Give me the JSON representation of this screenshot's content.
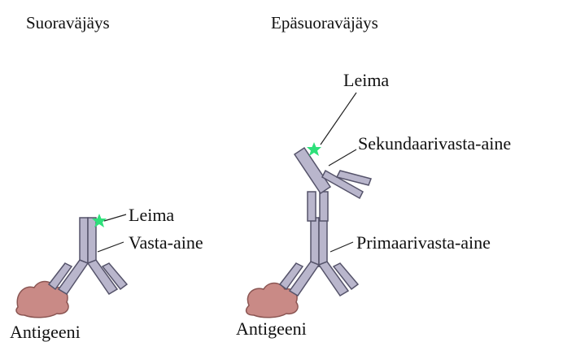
{
  "direct": {
    "title": "Suoraväjäys",
    "label_leima": "Leima",
    "label_antibody": "Vasta-aine",
    "label_antigen": "Antigeeni"
  },
  "indirect": {
    "title": "Epäsuoraväjäys",
    "label_leima": "Leima",
    "label_secondary": "Sekundaarivasta-aine",
    "label_primary": "Primaarivasta-aine",
    "label_antigen": "Antigeeni"
  },
  "colors": {
    "antibody_fill": "#b9b6cc",
    "antibody_stroke": "#55536a",
    "antigen_fill": "#c98a86",
    "antigen_stroke": "#8a5552",
    "label_marker": "#2ee07a"
  }
}
